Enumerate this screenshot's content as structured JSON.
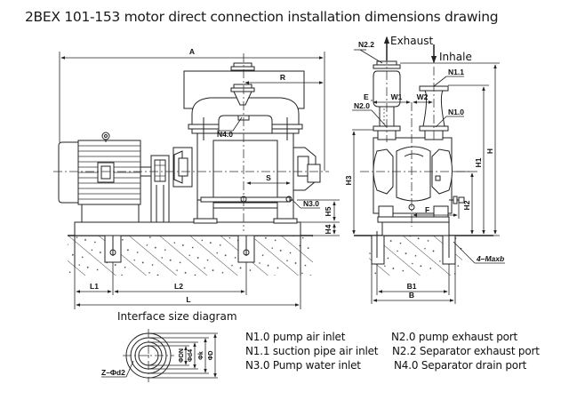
{
  "title": "2BEX 101-153 motor direct connection installation dimensions drawing",
  "side_view": {
    "dimensions": {
      "A": "A",
      "R": "R",
      "S": "S",
      "L": "L",
      "L1": "L1",
      "L2": "L2",
      "H4": "H4",
      "H5": "H5"
    },
    "callouts": {
      "n4_0": "N4.0",
      "n3_0": "N3.0"
    }
  },
  "front_view": {
    "flow_labels": {
      "exhaust": "Exhaust",
      "inhale": "Inhale"
    },
    "dimensions": {
      "E": "E",
      "W1": "W1",
      "W2": "W2",
      "H": "H",
      "H1": "H1",
      "H2": "H2",
      "H3": "H3",
      "F": "F",
      "B": "B",
      "B1": "B1"
    },
    "callouts": {
      "n2_2": "N2.2",
      "n1_1": "N1.1",
      "n2_0": "N2.0",
      "n1_0": "N1.0",
      "bolts": "4–Maxb"
    }
  },
  "interface": {
    "title": "Interface size diagram",
    "labels": {
      "dn": "ΦDN",
      "d4": "Φd4",
      "k": "Φk",
      "d": "ΦD",
      "holes": "Z–Φd2"
    }
  },
  "legend": {
    "left": [
      "N1.0 pump air inlet",
      "N1.1 suction pipe air inlet",
      "N3.0 Pump water inlet"
    ],
    "right": [
      "N2.0 pump exhaust port",
      "N2.2 Separator exhaust port",
      "N4.0 Separator drain port"
    ]
  }
}
